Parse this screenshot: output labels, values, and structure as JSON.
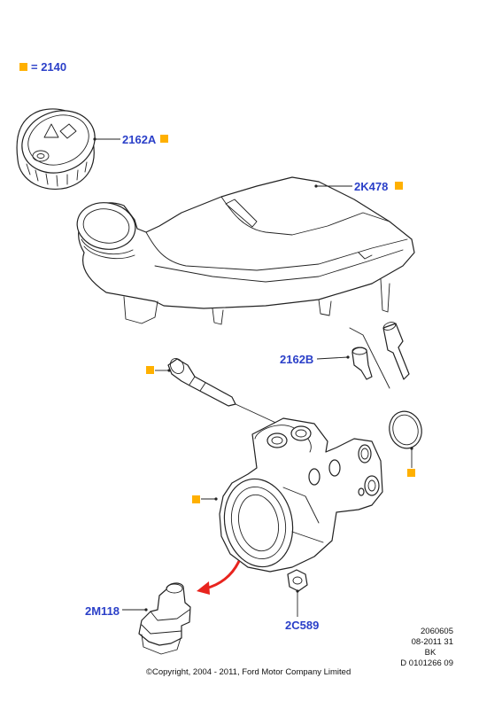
{
  "legend": {
    "text": "= 2140",
    "marker_color": "#ffb000"
  },
  "callouts": {
    "cap": "2162A",
    "reservoir": "2K478",
    "connector": "2162B",
    "switch": "2M118",
    "nut": "2C589"
  },
  "footer": {
    "line1": "2060605",
    "line2": "08-2011 31",
    "line3": "BK",
    "line4": "D 0101266 09"
  },
  "copyright": "©Copyright, 2004 - 2011, Ford Motor Company Limited",
  "colors": {
    "label": "#2a3fc8",
    "marker": "#ffb000",
    "arrow": "#e8241e"
  }
}
